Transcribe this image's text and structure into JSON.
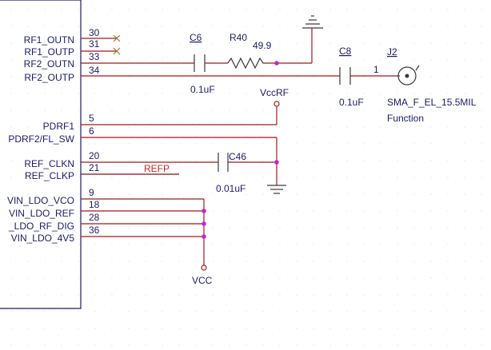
{
  "ic": {
    "pins": [
      {
        "name": "RF1_OUTN",
        "number": "30"
      },
      {
        "name": "RF1_OUTP",
        "number": "31"
      },
      {
        "name": "RF2_OUTN",
        "number": "33"
      },
      {
        "name": "RF2_OUTP",
        "number": "34"
      },
      {
        "name": "PDRF1",
        "number": "5"
      },
      {
        "name": "PDRF2/FL_SW",
        "number": "6"
      },
      {
        "name": "REF_CLKN",
        "number": "20"
      },
      {
        "name": "REF_CLKP",
        "number": "21"
      },
      {
        "name": "VIN_LDO_VCO",
        "number": "9"
      },
      {
        "name": "VIN_LDO_REF",
        "number": "18"
      },
      {
        "name": "_LDO_RF_DIG",
        "number": "28"
      },
      {
        "name": "VIN_LDO_4V5",
        "number": "36"
      }
    ]
  },
  "components": {
    "c6": {
      "ref": "C6",
      "value": "0.1uF"
    },
    "r40": {
      "ref": "R40",
      "value": "49.9"
    },
    "c8": {
      "ref": "C8",
      "value": "0.1uF"
    },
    "j2": {
      "ref": "J2",
      "value": "SMA_F_EL_15.5MIL",
      "pin": "1",
      "desc": "Function"
    },
    "c46": {
      "ref": "C46",
      "value": "0.01uF"
    }
  },
  "nets": {
    "vccrf": "VccRF",
    "vcc": "VCC",
    "refp": "REFP"
  },
  "colors": {
    "wire": "#a51717",
    "text": "#1b1b6b",
    "net_label": "#c0282a",
    "junction": "#d21fd2",
    "grid": "#d8d8d8"
  }
}
